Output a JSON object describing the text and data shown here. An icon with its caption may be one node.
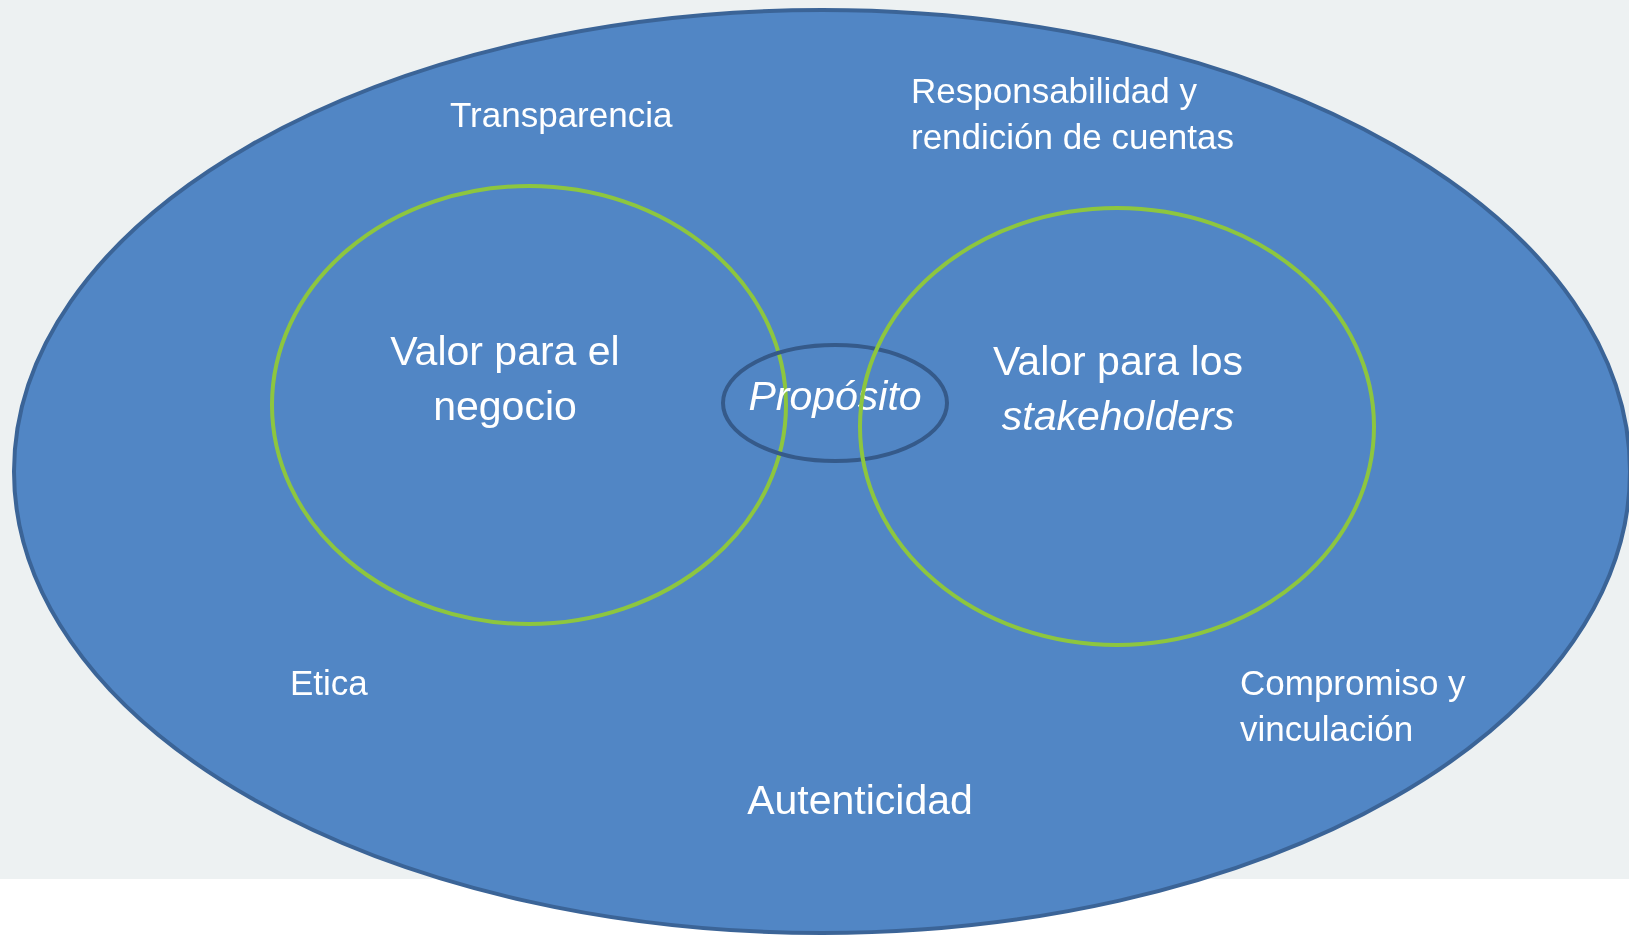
{
  "diagram": {
    "nodes": [
      {
        "text": [
          "Transparencia",
          "Responsabilidad y rendición de cuentas",
          "Etica",
          "Compromiso y vinculación",
          "Autenticidad"
        ]
      },
      {
        "text": [
          "Valor para el negocio"
        ],
        "in": 0
      },
      {
        "text": [
          "Propósito"
        ],
        "in": 0
      },
      {
        "text": [
          "Valor para los *stakeholders*"
        ],
        "in": 0
      }
    ]
  }
}
